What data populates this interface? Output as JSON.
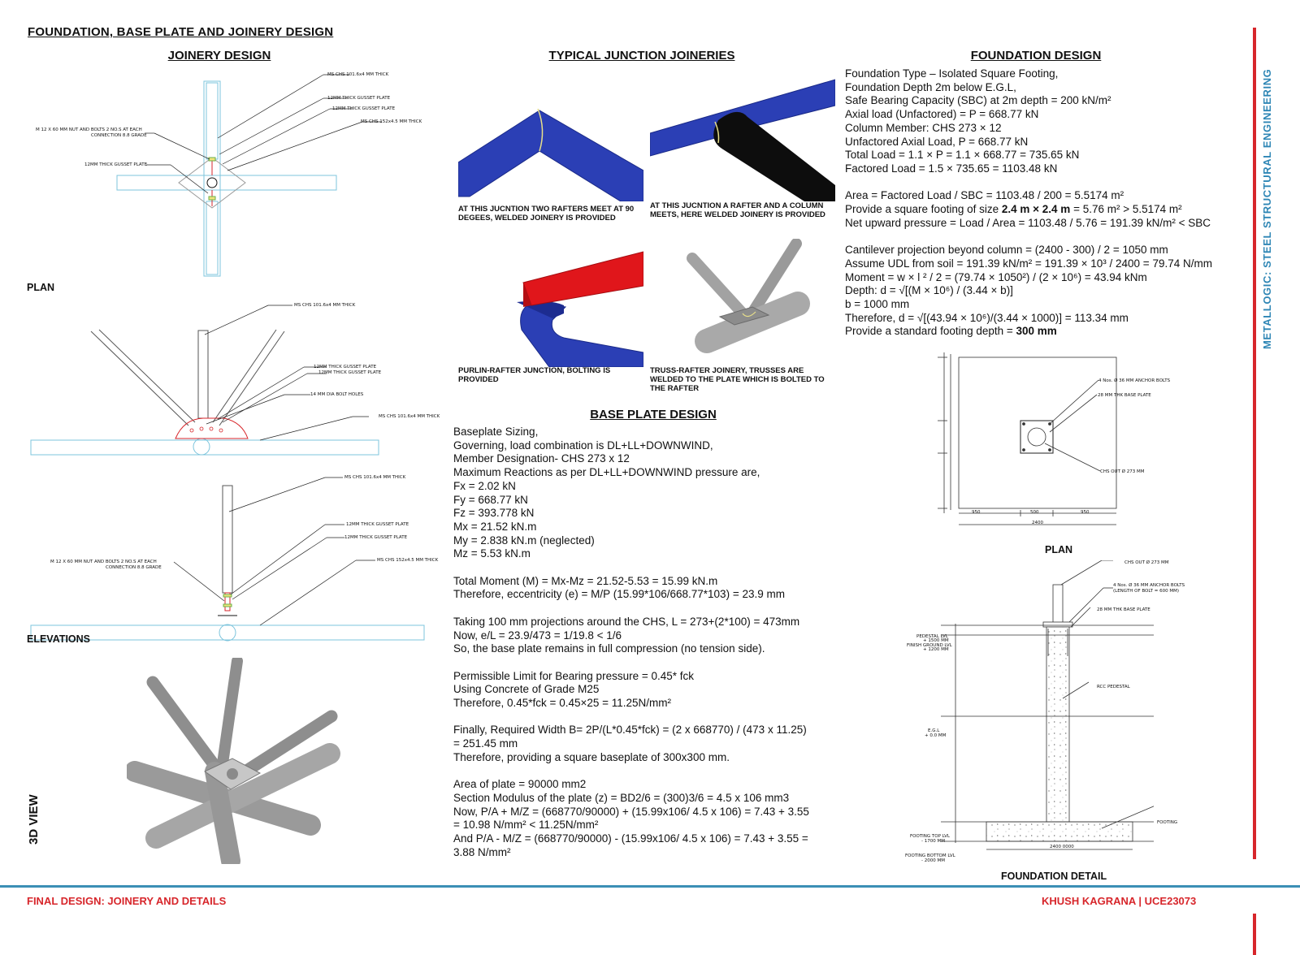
{
  "page": {
    "title": "FOUNDATION, BASE PLATE AND JOINERY DESIGN",
    "side_title": "METALLOGIC: STEEL STRUCTURAL ENGINEERING",
    "footer_left": "FINAL DESIGN: JOINERY AND DETAILS",
    "footer_right": "KHUSH KAGRANA | UCE23073",
    "colors": {
      "accent_red": "#d7262b",
      "footer_blue": "#3b8fb5",
      "side_blue": "#2e86b5",
      "pipe_blue": "#2b3fb5",
      "purlin_red": "#e0161b"
    }
  },
  "joinery": {
    "heading": "JOINERY DESIGN",
    "plan_label": "PLAN",
    "elevations_label": "ELEVATIONS",
    "view3d_label": "3D VIEW",
    "plan_notes": [
      "MS CHS 101.6x4 MM THICK",
      "12MM THICK GUSSET PLATE",
      "12MM THICK GUSSET PLATE",
      "MS CHS 152x4.5 MM THICK",
      "M 12 X 60 MM  NUT AND BOLTS 2 NO.S AT EACH",
      "CONNECTION 8.8 GRADE",
      "12MM THICK GUSSET PLATE"
    ],
    "elev1_notes": [
      "MS CHS 101.6x4 MM THICK",
      "12MM THICK GUSSET PLATE",
      "12MM THICK GUSSET PLATE",
      "14 MM DIA BOLT HOLES",
      "MS CHS 101.6x4 MM THICK"
    ],
    "elev2_notes": [
      "MS CHS 101.6x4 MM THICK",
      "12MM THICK GUSSET PLATE",
      "12MM THICK GUSSET PLATE",
      "M 12 X 60 MM  NUT AND BOLTS 2 NO.S AT EACH",
      "CONNECTION 8.8 GRADE",
      "MS CHS 152x4.5 MM THICK"
    ]
  },
  "junctions": {
    "heading": "TYPICAL JUNCTION JOINERIES",
    "captions": [
      "AT THIS JUCNTION TWO RAFTERS MEET AT 90 DEGEES, WELDED JOINERY IS PROVIDED",
      "AT THIS JUCNTION A RAFTER AND A COLUMN MEETS, HERE WELDED JOINERY IS PROVIDED",
      "PURLIN-RAFTER JUNCTION, BOLTING IS PROVIDED",
      "TRUSS-RAFTER JOINERY, TRUSSES ARE WELDED TO THE PLATE WHICH IS BOLTED TO THE RAFTER"
    ]
  },
  "baseplate": {
    "heading": "BASE PLATE DESIGN",
    "lines": [
      "Baseplate Sizing,",
      "Governing, load combination is DL+LL+DOWNWIND,",
      "Member Designation- CHS 273 x 12",
      "Maximum Reactions as per DL+LL+DOWNWIND pressure are,",
      "Fx = 2.02 kN",
      "Fy = 668.77 kN",
      "Fz = 393.778 kN",
      "Mx = 21.52 kN.m",
      "My = 2.838 kN.m (neglected)",
      "Mz = 5.53 kN.m",
      "",
      "Total Moment (M) = Mx-Mz = 21.52-5.53 = 15.99 kN.m",
      "Therefore, eccentricity (e) = M/P (15.99*106/668.77*103) = 23.9 mm",
      "",
      "Taking 100 mm projections around the CHS, L = 273+(2*100) = 473mm",
      "Now, e/L = 23.9/473 = 1/19.8 < 1/6",
      "So, the base plate remains in full compression (no tension side).",
      "",
      "Permissible Limit for Bearing pressure = 0.45* fck",
      "Using Concrete of Grade M25",
      "Therefore, 0.45*fck = 0.45×25 = 11.25N/mm²",
      "",
      "Finally, Required Width B= 2P/(L*0.45*fck) = (2 x 668770) / (473 x 11.25)",
      "= 251.45 mm",
      "Therefore, providing a square baseplate of 300x300 mm.",
      "",
      "Area of plate = 90000 mm2",
      "Section Modulus of the plate (z) = BD2/6 = (300)3/6 = 4.5 x 106 mm3",
      "Now, P/A + M/Z = (668770/90000) + (15.99x106/ 4.5 x 106) = 7.43 + 3.55",
      "= 10.98 N/mm² < 11.25N/mm²",
      "And P/A - M/Z = (668770/90000) - (15.99x106/ 4.5 x 106) = 7.43 + 3.55 =",
      "3.88 N/mm²"
    ]
  },
  "foundation": {
    "heading": "FOUNDATION DESIGN",
    "lines": [
      "Foundation Type – Isolated Square Footing,",
      "Foundation Depth 2m below E.G.L,",
      "Safe Bearing Capacity (SBC) at 2m depth = 200 kN/m²",
      "Axial load (Unfactored) = P = 668.77 kN",
      "Column Member: CHS 273 × 12",
      "Unfactored Axial Load, P = 668.77 kN",
      "Total Load = 1.1 × P = 1.1 × 668.77 = 735.65 kN",
      "Factored Load = 1.5 × 735.65 = 1103.48 kN",
      "",
      "Area = Factored Load / SBC = 1103.48 / 200 = 5.5174 m²",
      "Provide a square footing of size 2.4 m × 2.4 m = 5.76 m² > 5.5174 m²",
      "Net upward pressure = Load / Area = 1103.48 / 5.76 = 191.39 kN/m² < SBC",
      "",
      "Cantilever projection beyond column = (2400 - 300) / 2 = 1050 mm",
      "Assume UDL from soil = 191.39 kN/m² = 191.39 × 10³ / 2400 = 79.74 N/mm",
      "Moment = w × l ² / 2 = (79.74 × 1050²) / (2 × 10⁶) = 43.94 kNm",
      "Depth: d = √[(M × 10⁶) / (3.44 × b)]",
      "b = 1000 mm",
      "Therefore, d = √[(43.94 × 10⁶)/(3.44 × 1000)] = 113.34 mm",
      "Provide a standard footing depth = 300 mm"
    ],
    "plan_label": "PLAN",
    "detail_label": "FOUNDATION DETAIL",
    "plan_notes": [
      "4 Nos. Ø 36 MM ANCHOR BOLTS",
      "28 MM THK BASE PLATE",
      "CHS OUT Ø 273 MM"
    ],
    "plan_dims": [
      "950",
      "500",
      "950",
      "2400"
    ],
    "detail_notes": [
      "CHS OUT Ø 273 MM",
      "4 Nos. Ø 36 MM ANCHOR BOLTS",
      "(LENGTH OF BOLT = 600 MM)",
      "28 MM THK BASE PLATE",
      "RCC PEDESTAL",
      "FOOTING"
    ],
    "levels": [
      "PEDESTAL LVL",
      "+ 1500 MM",
      "FINISH GROUND LVL",
      "+ 1200 MM",
      "E.G.L",
      "+ 0.0 MM",
      "FOOTING TOP LVL",
      "- 1700 MM",
      "FOOTING BOTTOM LVL",
      "- 2000 MM",
      "2400 0000"
    ]
  }
}
